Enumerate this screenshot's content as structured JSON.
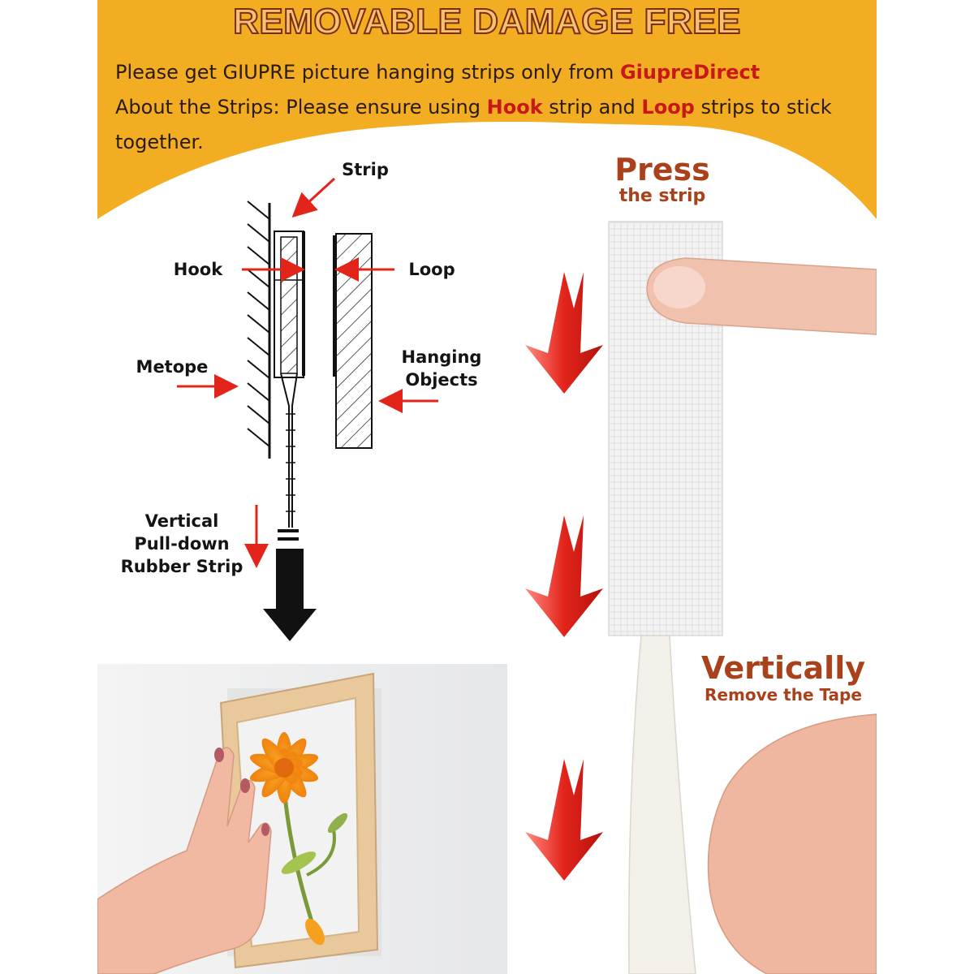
{
  "title": "REMOVABLE DAMAGE FREE",
  "intro": {
    "line1_text": "Please get GIUPRE picture hanging strips only from ",
    "line1_highlight": "GiupreDirect",
    "line2_prefix": "About the Strips: Please ensure using ",
    "line2_hook": "Hook",
    "line2_middle": " strip and ",
    "line2_loop": "Loop",
    "line2_suffix": " strips to stick together."
  },
  "diagram": {
    "strip": "Strip",
    "hook": "Hook",
    "loop": "Loop",
    "metope": "Metope",
    "hanging_line1": "Hanging",
    "hanging_line2": "Objects",
    "pull_line1": "Vertical",
    "pull_line2": "Pull-down",
    "pull_line3": "Rubber Strip"
  },
  "steps": {
    "press_big": "Press",
    "press_small": "the strip",
    "vert_big": "Vertically",
    "vert_small": "Remove the Tape"
  },
  "colors": {
    "banner": "#f3ad22",
    "arrow_red": "#e3241b",
    "accent_brown": "#a9411a"
  }
}
